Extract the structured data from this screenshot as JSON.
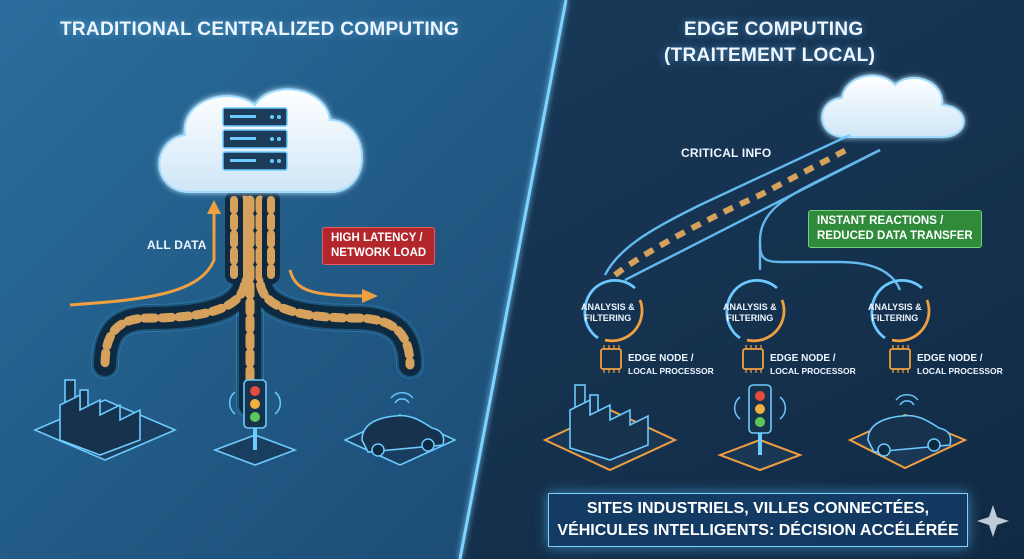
{
  "left": {
    "title": "TRADITIONAL CENTRALIZED COMPUTING",
    "all_data_label": "ALL DATA",
    "latency_badge": {
      "line1": "HIGH LATENCY /",
      "line2": "NETWORK LOAD"
    }
  },
  "right": {
    "title_line1": "EDGE COMPUTING",
    "title_line2": "(TRAITEMENT LOCAL)",
    "critical_info_label": "CRITICAL INFO",
    "instant_badge": {
      "line1": "INSTANT REACTIONS /",
      "line2": "REDUCED DATA TRANSFER"
    },
    "nodes": [
      {
        "analysis_line1": "ANALYSIS &",
        "analysis_line2": "FILTERING",
        "node_line1": "EDGE NODE /",
        "node_line2": "LOCAL PROCESSOR"
      },
      {
        "analysis_line1": "ANALYSIS &",
        "analysis_line2": "FILTERING",
        "node_line1": "EDGE NODE /",
        "node_line2": "LOCAL PROCESSOR"
      },
      {
        "analysis_line1": "ANALYSIS &",
        "analysis_line2": "FILTERING",
        "node_line1": "EDGE NODE /",
        "node_line2": "LOCAL PROCESSOR"
      }
    ],
    "banner": {
      "line1": "SITES INDUSTRIELS, VILLES CONNECTÉES,",
      "line2": "VÉHICULES INTELLIGENTS: DÉCISION ACCÉLÉRÉE"
    }
  },
  "colors": {
    "left_bg": "#1f5a86",
    "right_bg": "#173552",
    "accent_orange": "#f0a040",
    "glow_blue": "#6cc8ff",
    "alert_red": "#b3262c",
    "ok_green": "#2f8a3a"
  }
}
